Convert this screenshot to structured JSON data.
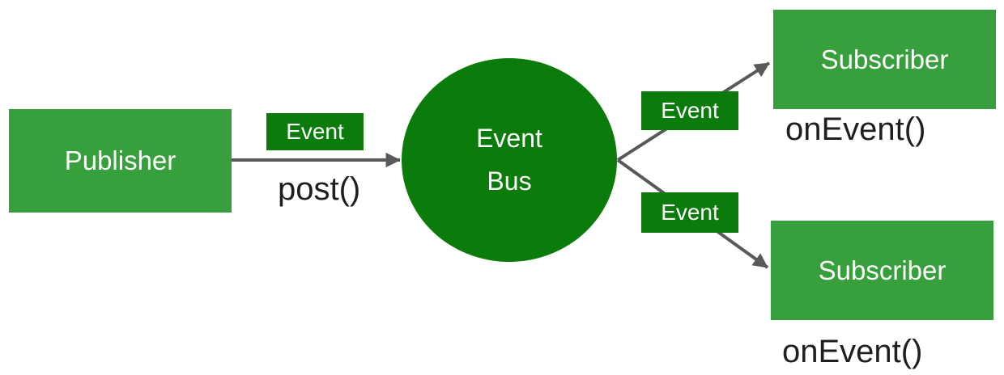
{
  "diagram": {
    "colors": {
      "background": "#ffffff",
      "box_green": "#37A03C",
      "dark_green": "#0B7C0B",
      "arrow_gray": "#595959",
      "code_text": "#1f1f1f",
      "label_text": "#ffffff"
    },
    "publisher": {
      "label": "Publisher",
      "method": "post()"
    },
    "event_bus": {
      "line1": "Event",
      "line2": "Bus"
    },
    "event_chips": [
      "Event",
      "Event",
      "Event"
    ],
    "subscribers": [
      {
        "label": "Subscriber",
        "method": "onEvent()"
      },
      {
        "label": "Subscriber",
        "method": "onEvent()"
      }
    ]
  }
}
